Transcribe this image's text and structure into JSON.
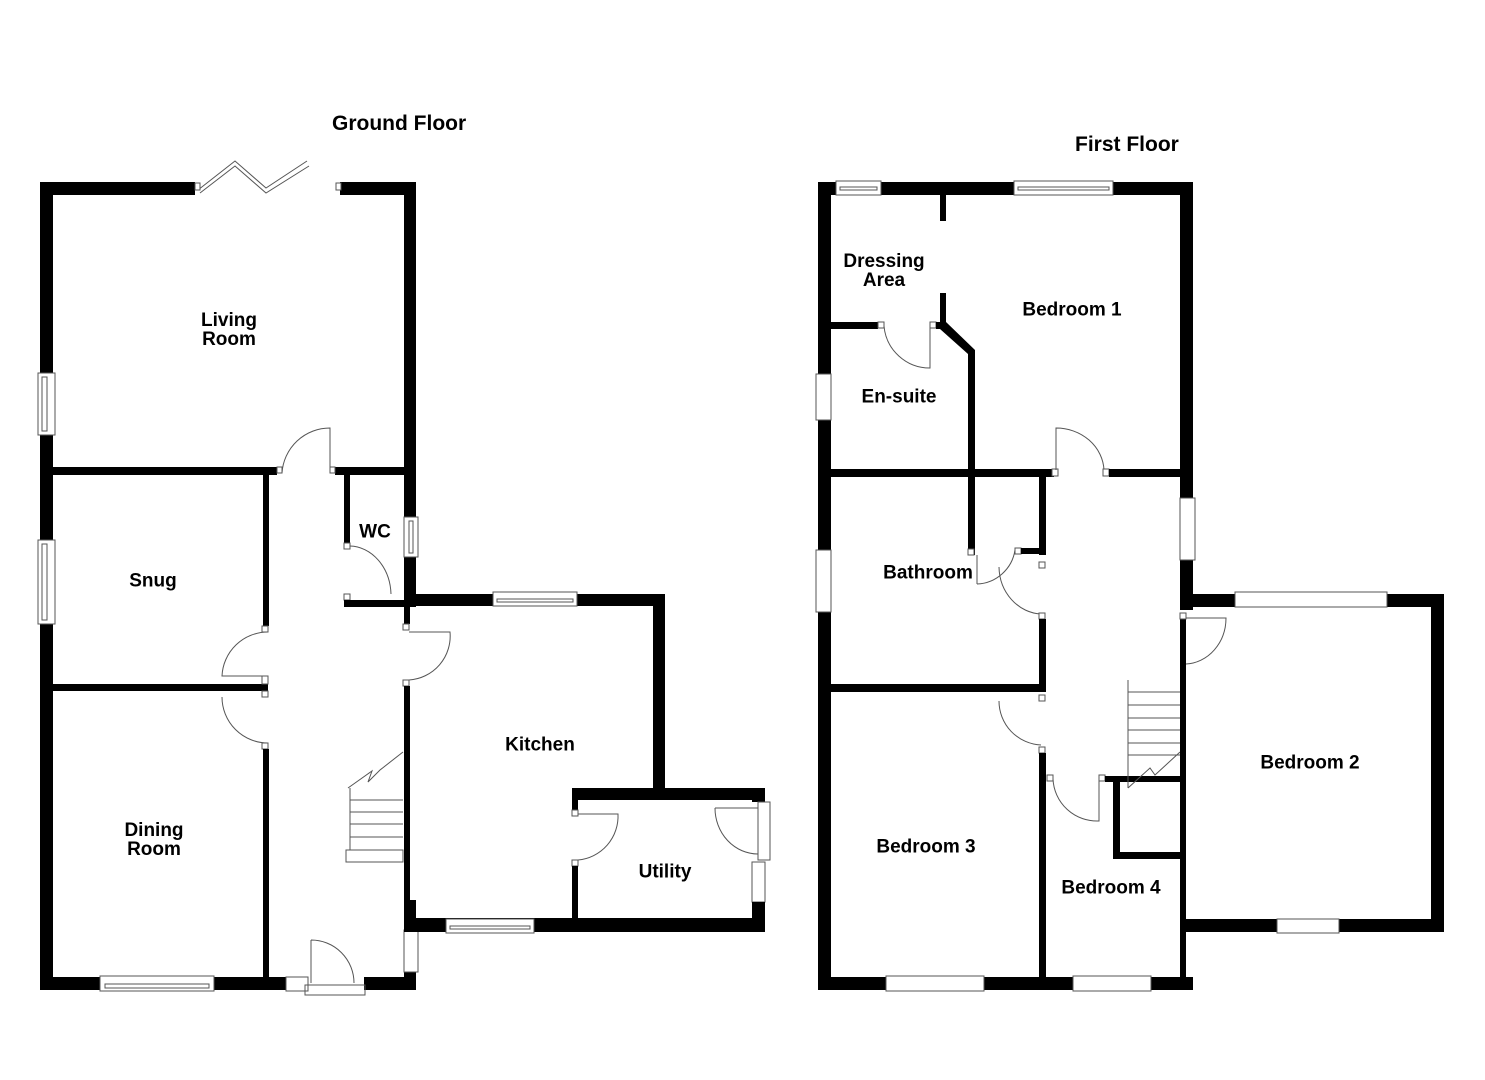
{
  "ground_floor": {
    "title": "Ground Floor",
    "rooms": {
      "living_room": [
        "Living",
        "Room"
      ],
      "snug": "Snug",
      "wc": "WC",
      "dining_room": [
        "Dining",
        "Room"
      ],
      "kitchen": "Kitchen",
      "utility": "Utility"
    }
  },
  "first_floor": {
    "title": "First Floor",
    "rooms": {
      "dressing_area": [
        "Dressing",
        "Area"
      ],
      "bedroom_1": "Bedroom 1",
      "en_suite": "En-suite",
      "bathroom": "Bathroom",
      "bedroom_2": "Bedroom 2",
      "bedroom_3": "Bedroom 3",
      "bedroom_4": "Bedroom 4"
    }
  },
  "colors": {
    "wall": "#000000",
    "fixture_line": "#555555",
    "background": "#ffffff"
  }
}
